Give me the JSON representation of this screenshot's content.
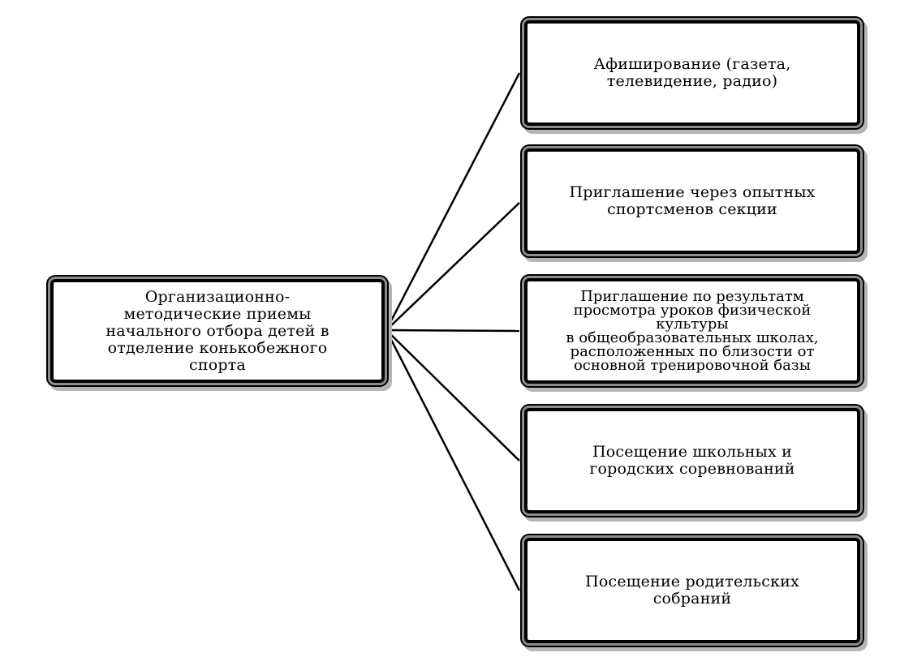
{
  "diagram": {
    "root": {
      "text": "Организационно-\nметодические приемы\nначального отбора детей в\nотделение конькобежного\nспорта"
    },
    "branches": [
      {
        "text": "Афиширование (газета,\nтелевидение, радио)"
      },
      {
        "text": "Приглашение через опытных\nспортсменов секции"
      },
      {
        "text": "Приглашение по результатм\nпросмотра уроков физической\nкультуры\nв общеобразовательных школах,\nрасположенных по близости  от\nосновной тренировочной базы"
      },
      {
        "text": "Посещение школьных и\nгородских соревнований"
      },
      {
        "text": "Посещение родительских\nсобраний"
      }
    ]
  }
}
